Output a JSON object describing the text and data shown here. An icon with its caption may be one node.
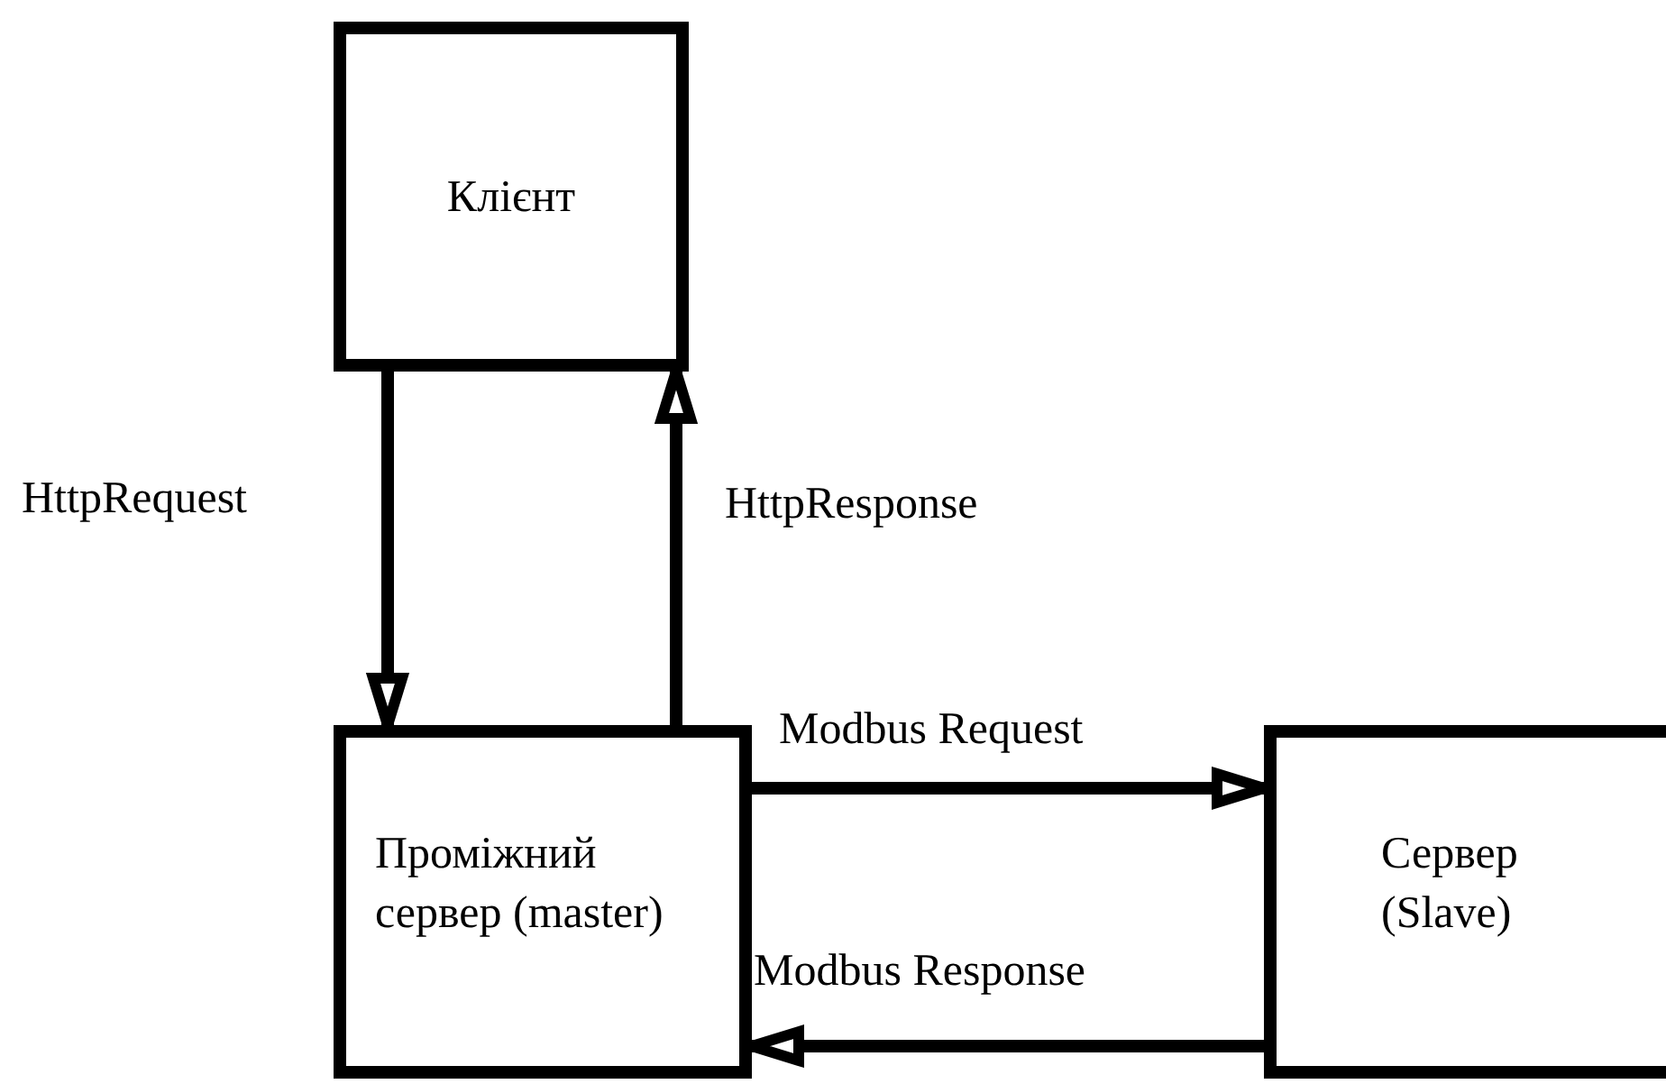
{
  "diagram": {
    "nodes": [
      {
        "text": [
          "Клієнт"
        ]
      },
      {
        "text": [
          "Проміжний сервер (master)"
        ]
      },
      {
        "text": [
          "Сервер (Slave)"
        ]
      }
    ],
    "edges": [
      {
        "from": 0,
        "to": 1,
        "arrow": "to",
        "label": "HttpRequest"
      },
      {
        "from": 1,
        "to": 0,
        "arrow": "to",
        "label": "HttpResponse"
      },
      {
        "from": 1,
        "to": 2,
        "arrow": "to",
        "label": "Modbus Request"
      },
      {
        "from": 2,
        "to": 1,
        "arrow": "to",
        "label": "Modbus Response"
      }
    ]
  }
}
